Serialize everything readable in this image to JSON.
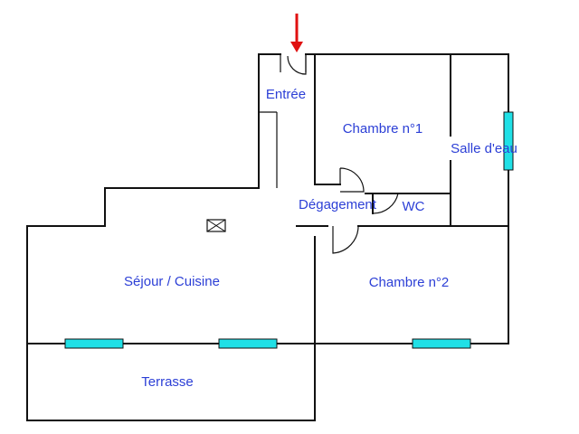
{
  "colors": {
    "label": "#2c3fd6",
    "window": "#20e0e6",
    "arrow": "#e01010",
    "wall": "#111111"
  },
  "rooms": {
    "entree": "Entrée",
    "chambre1": "Chambre n°1",
    "salle_deau": "Salle d'eau",
    "degagement": "Dégagement",
    "wc": "WC",
    "sejour": "Séjour / Cuisine",
    "chambre2": "Chambre n°2",
    "terrasse": "Terrasse"
  },
  "icons": {
    "entrance": "entrance-arrow-icon",
    "vent": "vent-box-icon"
  }
}
